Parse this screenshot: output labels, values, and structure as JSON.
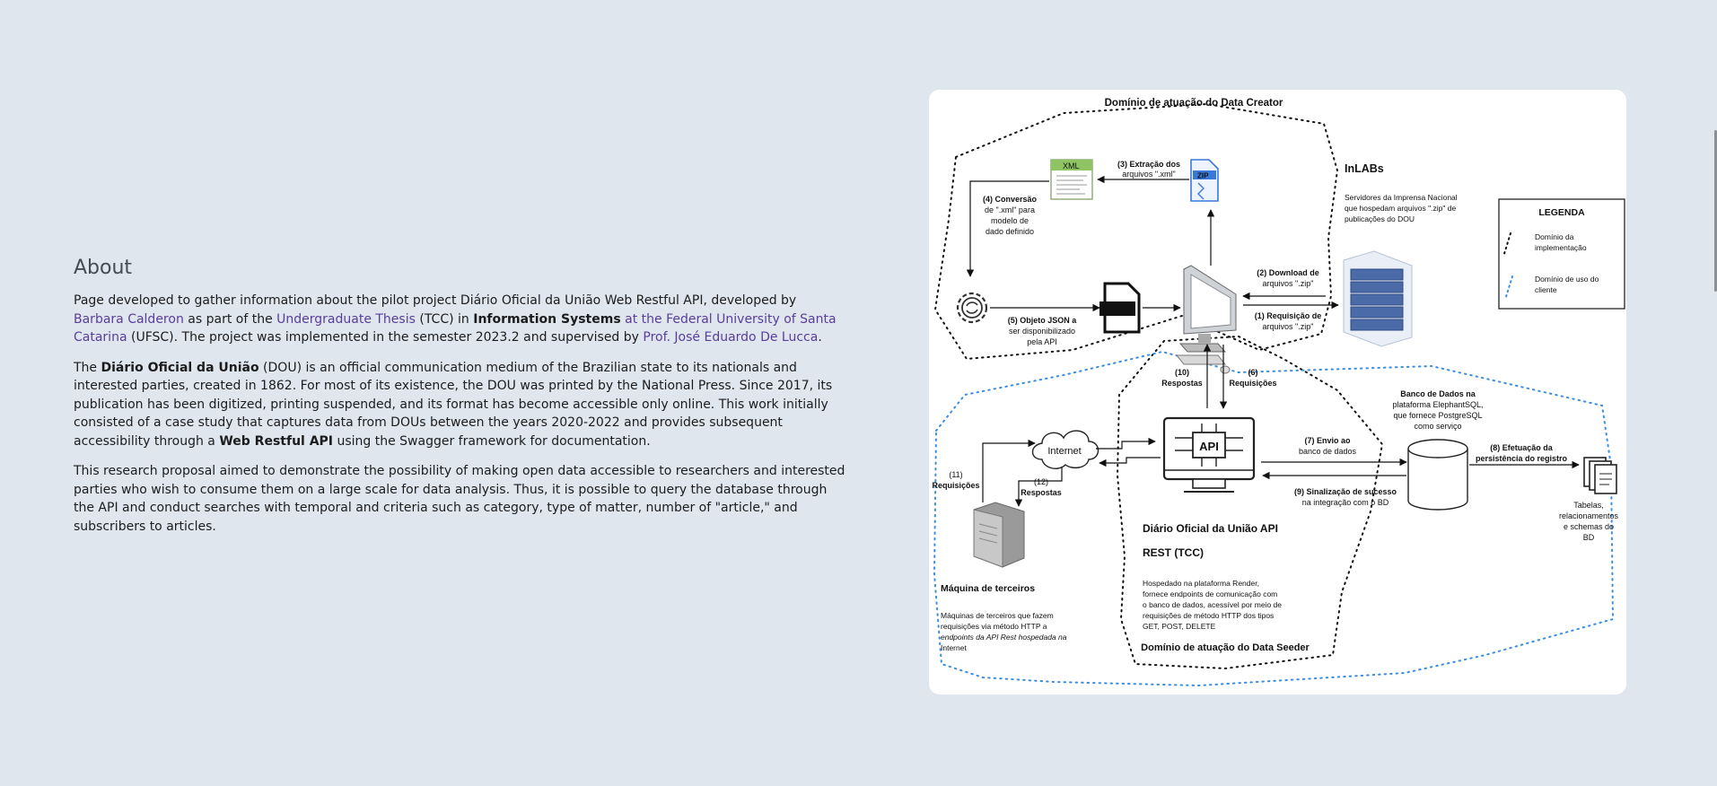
{
  "about": {
    "heading": "About",
    "p1": {
      "t1": "Page developed to gather information about the pilot project Diário Oficial da União Web Restful API, developed by ",
      "link_author": "Barbara Calderon",
      "t2": " as part of the ",
      "link_thesis": "Undergraduate Thesis",
      "t3": " (TCC) in ",
      "bold_course": "Information Systems",
      "t4": " ",
      "link_university": "at the Federal University of Santa Catarina",
      "t5": " (UFSC). The project was implemented in the semester 2023.2 and supervised by ",
      "link_supervisor": "Prof. José Eduardo De Lucca",
      "t6": "."
    },
    "p2": {
      "t1": "The ",
      "bold_dou": "Diário Oficial da União",
      "t2": " (DOU) is an official communication medium of the Brazilian state to its nationals and interested parties, created in 1862. For most of its existence, the DOU was printed by the National Press. Since 2017, its publication has been digitized, printing suspended, and its format has become accessible only online. This work initially consisted of a case study that captures data from DOUs between the years 2020-2022 and provides subsequent accessibility through a ",
      "bold_api": "Web Restful API",
      "t3": " using the Swagger framework for documentation."
    },
    "p3": "This research proposal aimed to demonstrate the possibility of making open data accessible to researchers and interested parties who wish to consume them on a large scale for data analysis. Thus, it is possible to query the database through the API and conduct searches with temporal and criteria such as category, type of matter, number of \"article,\" and subscribers to articles."
  },
  "diagram": {
    "title_creator": "Domínio de atuação do Data Creator",
    "title_seeder": "Domínio de atuação do Data Seeder",
    "xml_label": "XML",
    "zip_label": "ZIP",
    "json_label": "JSON",
    "api_label": "API",
    "internet_label": "Internet",
    "step3": [
      "(3) Extração dos",
      "arquivos \".xml\""
    ],
    "step4": [
      "(4) Conversão",
      "de \".xml\" para",
      "modelo de",
      "dado definido"
    ],
    "step5": [
      "(5) Objeto JSON a",
      "ser disponibilizado",
      "pela API"
    ],
    "step2": [
      "(2) Download de",
      "arquivos \".zip\""
    ],
    "step1": [
      "(1) Requisição de",
      "arquivos \".zip\""
    ],
    "step10": [
      "(10)",
      "Respostas"
    ],
    "step6": [
      "(6)",
      "Requisições"
    ],
    "step7": [
      "(7) Envio ao",
      "banco de dados"
    ],
    "step9": [
      "(9) Sinalização de sucesso",
      "na integração com o BD"
    ],
    "step8": [
      "(8) Efetuação da",
      "persistência do registro"
    ],
    "step11": [
      "(11)",
      "Requisições"
    ],
    "step12": [
      "(12)",
      "Respostas"
    ],
    "inlabs_title": "InLABs",
    "inlabs_desc": [
      "Servidores da Imprensa Nacional",
      "que hospedam arquivos \".zip\" de",
      "publicações do DOU"
    ],
    "db_desc": [
      "Banco de Dados na",
      "plataforma ElephantSQL,",
      "que fornece PostgreSQL",
      "como serviço"
    ],
    "tables_desc": [
      "Tabelas,",
      "relacionamentos",
      "e schemas do",
      "BD"
    ],
    "api_title": [
      "Diário Oficial da União API",
      "REST (TCC)"
    ],
    "api_desc": [
      "Hospedado na plataforma Render,",
      "fornece endpoints de comunicação com",
      "o banco de dados, acessível por meio de",
      "requisições de método HTTP dos tipos",
      "GET, POST, DELETE"
    ],
    "third_title": "Máquina de terceiros",
    "third_desc": [
      "Máquinas de terceiros que fazem",
      "requisições via método HTTP a",
      "endpoints da API Rest hospedada na",
      "Internet"
    ],
    "legend_title": "LEGENDA",
    "legend_impl": [
      "Domínio da",
      "implementação"
    ],
    "legend_client": [
      "Domínio de uso do",
      "cliente"
    ],
    "colors": {
      "client_domain": "#3a8de0",
      "impl_domain": "#111111",
      "server_blue": "#4a6aa8"
    }
  }
}
